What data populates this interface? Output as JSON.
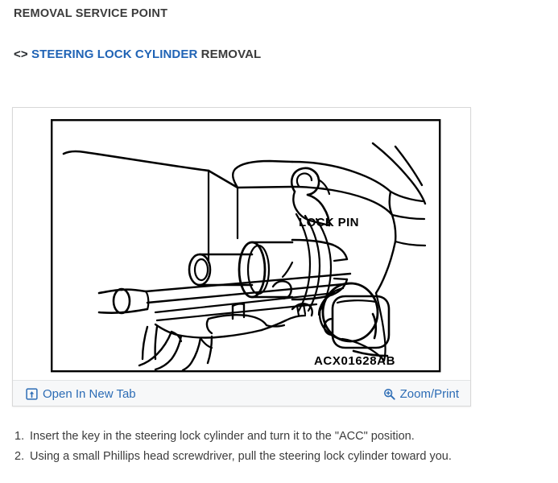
{
  "page": {
    "title": "REMOVAL SERVICE POINT",
    "background": "#ffffff",
    "text_color": "#3b3b3b"
  },
  "section": {
    "marker": "<>",
    "link_text": "STEERING LOCK CYLINDER",
    "link_color": "#1f63b5",
    "trailing_text": " REMOVAL"
  },
  "figure": {
    "callout_label": "LOCK PIN",
    "part_number": "ACX01628AB",
    "toolbar": {
      "open_in_new_tab": {
        "label": "Open In New Tab",
        "icon": "open-in-new-tab-icon",
        "color": "#2c6cb5"
      },
      "zoom_print": {
        "label": "Zoom/Print",
        "icon": "magnifier-plus-icon",
        "color": "#2c6cb5"
      }
    }
  },
  "steps": [
    {
      "number": "1.",
      "text": "Insert the key in the steering lock cylinder and turn it to the \"ACC\" position."
    },
    {
      "number": "2.",
      "text": "Using a small Phillips head screwdriver, pull the steering lock cylinder toward you."
    }
  ]
}
